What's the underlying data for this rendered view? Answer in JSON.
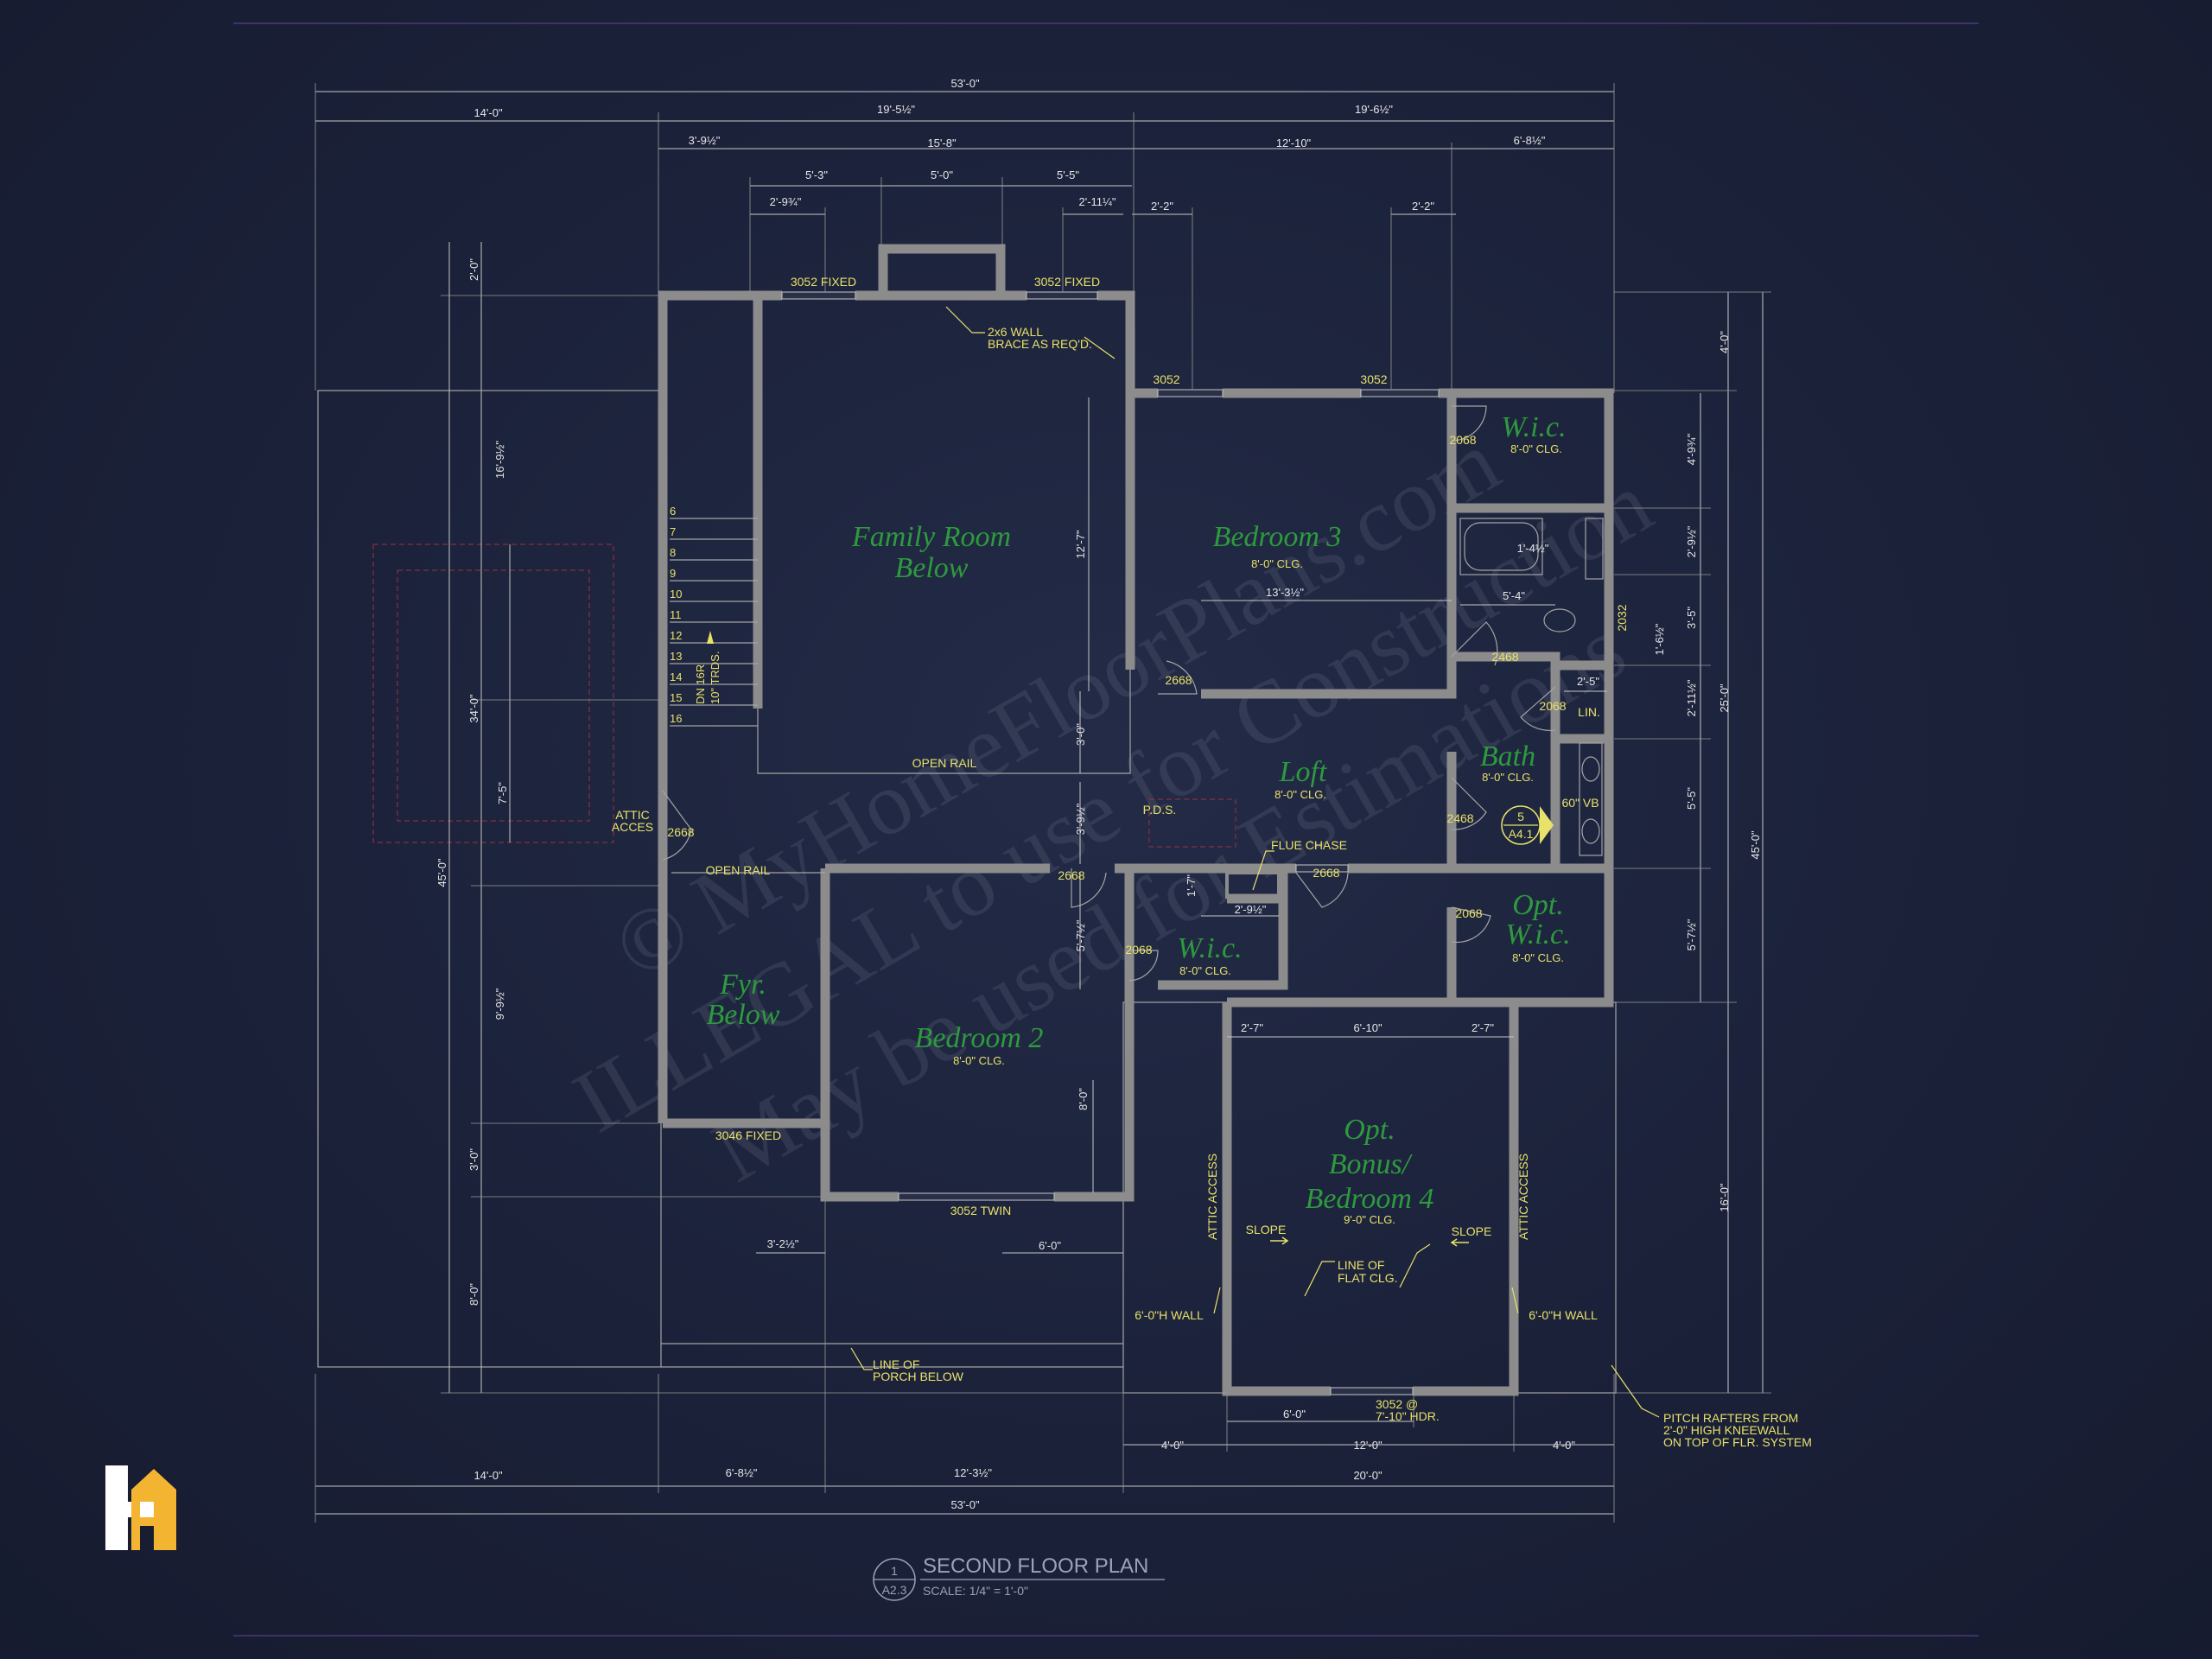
{
  "drawing": {
    "title": "SECOND FLOOR PLAN",
    "scale": "SCALE: 1/4\" = 1'-0\"",
    "detail_number": "1",
    "sheet_number": "A2.3"
  },
  "watermark": {
    "line1": "© MyHomeFloorPlans.com",
    "line2": "ILLEGAL to use for Construction",
    "line3": "May be used for Estimations"
  },
  "logo": {
    "name": "MyHomeFloorPlans logo",
    "color": "#f2b431"
  },
  "colors": {
    "background": "#1b2139",
    "wall": "#8c8c8c",
    "room_label": "#2e9a3e",
    "note": "#e8e26a",
    "dimension": "#e6e6e6"
  },
  "rooms": {
    "family_room": {
      "line1": "Family Room",
      "line2": "Below"
    },
    "bedroom3": {
      "name": "Bedroom 3",
      "clg": "8'-0\" CLG."
    },
    "wic_top": {
      "name": "W.i.c.",
      "clg": "8'-0\" CLG."
    },
    "loft": {
      "name": "Loft",
      "clg": "8'-0\" CLG."
    },
    "bath": {
      "name": "Bath",
      "clg": "8'-0\" CLG."
    },
    "opt_wic": {
      "line1": "Opt.",
      "line2": "W.i.c.",
      "clg": "8'-0\" CLG."
    },
    "wic_mid": {
      "name": "W.i.c.",
      "clg": "8'-0\" CLG."
    },
    "foyer": {
      "line1": "Fyr.",
      "line2": "Below"
    },
    "bedroom2": {
      "name": "Bedroom 2",
      "clg": "8'-0\" CLG."
    },
    "bonus": {
      "line1": "Opt.",
      "line2": "Bonus/",
      "line3": "Bedroom 4",
      "clg": "9'-0\" CLG."
    }
  },
  "stair": {
    "steps": [
      "6",
      "7",
      "8",
      "9",
      "10",
      "11",
      "12",
      "13",
      "14",
      "15",
      "16"
    ],
    "label1": "DN 16R",
    "label2": "10\" TRDS."
  },
  "notes": {
    "w3052_fixed_a": "3052 FIXED",
    "w3052_fixed_b": "3052 FIXED",
    "wall_2x6_1": "2x6 WALL",
    "wall_2x6_2": "BRACE AS REQ'D.",
    "w3052_a": "3052",
    "w3052_b": "3052",
    "d2068_wic": "2068",
    "d2032": "2032",
    "d2468_bath": "2468",
    "d2068_lin": "2068",
    "lin": "LIN.",
    "d2668_bed3": "2668",
    "open_rail_fam": "OPEN RAIL",
    "pds": "P.D.S.",
    "attic_acces1": "ATTIC",
    "attic_acces2": "ACCES",
    "d2668_attic": "2668",
    "open_rail_fyr": "OPEN RAIL",
    "d2668_bed2": "2668",
    "flue_chase": "FLUE CHASE",
    "d2668_loft": "2668",
    "d2468_loft": "2468",
    "vb": "60\" VB",
    "d2068_optwic": "2068",
    "d2068_wicmid": "2068",
    "section_num": "5",
    "section_sheet": "A4.1",
    "w3046": "3046 FIXED",
    "w3052_twin": "3052 TWIN",
    "attic_access_l": "ATTIC ACCESS",
    "attic_access_r": "ATTIC ACCESS",
    "slope_l": "SLOPE",
    "slope_r": "SLOPE",
    "flat_clg1": "LINE OF",
    "flat_clg2": "FLAT CLG.",
    "knee_l": "6'-0\"H WALL",
    "knee_r": "6'-0\"H WALL",
    "porch1": "LINE OF",
    "porch2": "PORCH BELOW",
    "w3052_hdr1": "3052 @",
    "w3052_hdr2": "7'-10\" HDR.",
    "pitch1": "PITCH RAFTERS FROM",
    "pitch2": "2'-0\" HIGH KNEEWALL",
    "pitch3": "ON TOP OF FLR. SYSTEM"
  },
  "dimensions": {
    "top_overall": "53'-0\"",
    "top_14": "14'-0\"",
    "top_19_5": "19'-5½\"",
    "top_19_6": "19'-6½\"",
    "top_3_9": "3'-9½\"",
    "top_15_8": "15'-8\"",
    "top_12_10": "12'-10\"",
    "top_6_8": "6'-8½\"",
    "top_5_3": "5'-3\"",
    "top_5_0": "5'-0\"",
    "top_5_5": "5'-5\"",
    "top_2_9": "2'-9¾\"",
    "top_2_11": "2'-11¼\"",
    "top_2_2a": "2'-2\"",
    "top_2_2b": "2'-2\"",
    "left_2_0": "2'-0\"",
    "left_16_9": "16'-9½\"",
    "left_34_0": "34'-0\"",
    "left_7_5": "7'-5\"",
    "left_45_0": "45'-0\"",
    "left_9_9": "9'-9½\"",
    "left_3_0": "3'-0\"",
    "left_8_0": "8'-0\"",
    "right_4_0": "4'-0\"",
    "right_4_9": "4'-9¾\"",
    "right_2_9": "2'-9½\"",
    "right_3_5": "3'-5\"",
    "right_1_6": "1'-6½\"",
    "right_2_11": "2'-11½\"",
    "right_25_0": "25'-0\"",
    "right_45_0": "45'-0\"",
    "right_5_5": "5'-5\"",
    "right_5_7": "5'-7½\"",
    "right_16_0": "16'-0\"",
    "int_12_7": "12'-7\"",
    "int_13_3": "13'-3½\"",
    "int_1_4": "1'-4½\"",
    "int_5_4": "5'-4\"",
    "int_2_5": "2'-5\"",
    "int_3_0": "3'-0\"",
    "int_3_9": "3'-9½\"",
    "int_1_7": "1'-7\"",
    "int_2_9": "2'-9½\"",
    "int_5_7": "5'-7½\"",
    "int_8_0": "8'-0\"",
    "int_2_7a": "2'-7\"",
    "int_6_10": "6'-10\"",
    "int_2_7b": "2'-7\"",
    "int_3_2": "3'-2½\"",
    "int_6_0": "6'-0\"",
    "bot_6_0": "6'-0\"",
    "bot_4_0a": "4'-0\"",
    "bot_12_0": "12'-0\"",
    "bot_4_0b": "4'-0\"",
    "bot_14_0": "14'-0\"",
    "bot_6_8": "6'-8½\"",
    "bot_12_3": "12'-3½\"",
    "bot_20_0": "20'-0\"",
    "bot_overall": "53'-0\""
  }
}
